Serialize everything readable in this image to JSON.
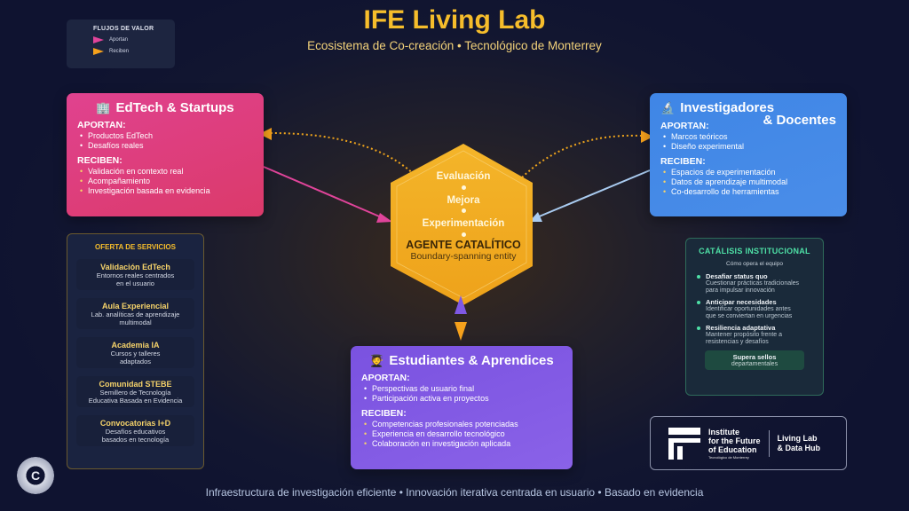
{
  "header": {
    "title": "IFE Living Lab",
    "subtitle": "Ecosistema de Co-creación • Tecnológico de Monterrey"
  },
  "legend": {
    "title": "FLUJOS DE VALOR",
    "items": [
      {
        "label": "Aportan",
        "color": "#e0449a"
      },
      {
        "label": "Reciben",
        "color": "#f5a11c"
      }
    ]
  },
  "edtech": {
    "icon": "office-building-icon",
    "title": "EdTech & Startups",
    "aportan_label": "APORTAN:",
    "aportan": [
      "Productos EdTech",
      "Desafíos reales"
    ],
    "reciben_label": "RECIBEN:",
    "reciben": [
      "Validación en contexto real",
      "Acompañamiento",
      "Investigación basada en evidencia"
    ],
    "color": "#e0428f"
  },
  "investigadores": {
    "icon": "microscope-icon",
    "title_line1": "Investigadores",
    "title_line2": "& Docentes",
    "aportan_label": "APORTAN:",
    "aportan": [
      "Marcos teóricos",
      "Diseño experimental"
    ],
    "reciben_label": "RECIBEN:",
    "reciben": [
      "Espacios de experimentación",
      "Datos de aprendizaje multimodal",
      "Co-desarrollo de herramientas"
    ],
    "color": "#4088e6"
  },
  "estudiantes": {
    "icon": "student-icon",
    "title": "Estudiantes & Aprendices",
    "aportan_label": "APORTAN:",
    "aportan": [
      "Perspectivas de usuario final",
      "Participación activa en proyectos"
    ],
    "reciben_label": "RECIBEN:",
    "reciben": [
      "Competencias profesionales potenciadas",
      "Experiencia en desarrollo tecnológico",
      "Colaboración en investigación aplicada"
    ],
    "color": "#7f58e4"
  },
  "hexagon": {
    "steps": [
      "Evaluación",
      "Mejora",
      "Experimentación"
    ],
    "title": "AGENTE CATALÍTICO",
    "subtitle": "Boundary-spanning entity",
    "color": "#f2ae1c"
  },
  "services": {
    "title": "OFERTA DE SERVICIOS",
    "items": [
      {
        "name": "Validación EdTech",
        "desc_1": "Entornos reales centrados",
        "desc_2": "en el usuario"
      },
      {
        "name": "Aula Experiencial",
        "desc_1": "Lab. analíticas de aprendizaje",
        "desc_2": "multimodal"
      },
      {
        "name": "Academia IA",
        "desc_1": "Cursos y talleres",
        "desc_2": "adaptados"
      },
      {
        "name": "Comunidad STEBE",
        "desc_1": "Semillero de Tecnología",
        "desc_2": "Educativa Basada en Evidencia"
      },
      {
        "name": "Convocatorias I+D",
        "desc_1": "Desafíos educativos",
        "desc_2": "basados en tecnología"
      }
    ]
  },
  "catalisis": {
    "title": "CATÁLISIS INSTITUCIONAL",
    "subtitle": "Cómo opera el equipo",
    "items": [
      {
        "name": "Desafiar status quo",
        "desc_1": "Cuestionar prácticas tradicionales",
        "desc_2": "para impulsar innovación"
      },
      {
        "name": "Anticipar necesidades",
        "desc_1": "Identificar oportunidades antes",
        "desc_2": "que se conviertan en urgencias"
      },
      {
        "name": "Resiliencia adaptativa",
        "desc_1": "Mantener propósito frente a",
        "desc_2": "resistencias y desafíos"
      }
    ],
    "footer_1": "Supera sellos",
    "footer_2": "departamentales"
  },
  "logo": {
    "line1": "Institute",
    "line2": "for the Future",
    "line3": "of Education",
    "line4": "Tecnológico de Monterrey",
    "right1": "Living Lab",
    "right2": "& Data Hub"
  },
  "footer": {
    "text": "Infraestructura de investigación eficiente • Innovación iterativa centrada en usuario • Basado en evidencia"
  },
  "badge": {
    "letter": "C"
  }
}
